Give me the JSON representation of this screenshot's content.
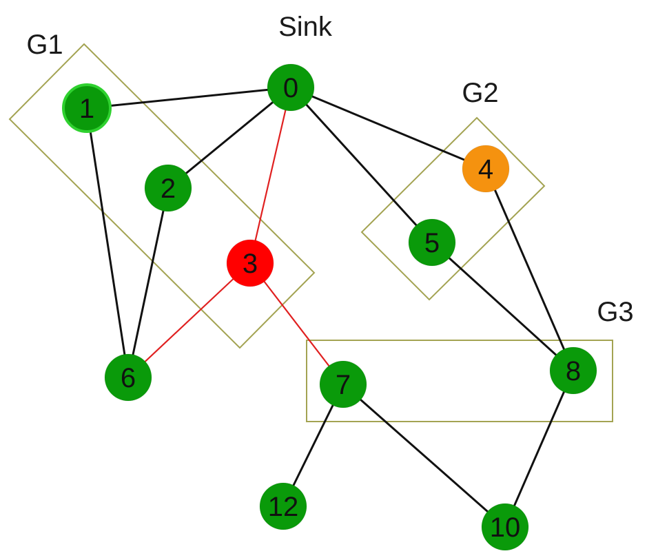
{
  "title": "Sink",
  "colors": {
    "node_default": "#0a9a0a",
    "node_bright": "#2fd12f",
    "node_failed": "#ff0000",
    "node_warning": "#f5920f",
    "edge_default": "#111111",
    "edge_highlight": "#e02020",
    "group_border": "#a3a352"
  },
  "groups": [
    {
      "id": "G1",
      "label": "G1"
    },
    {
      "id": "G2",
      "label": "G2"
    },
    {
      "id": "G3",
      "label": "G3"
    }
  ],
  "nodes": [
    {
      "id": "0",
      "label": "0",
      "status": "normal"
    },
    {
      "id": "1",
      "label": "1",
      "status": "normal-bright"
    },
    {
      "id": "2",
      "label": "2",
      "status": "normal"
    },
    {
      "id": "3",
      "label": "3",
      "status": "failed"
    },
    {
      "id": "4",
      "label": "4",
      "status": "warning"
    },
    {
      "id": "5",
      "label": "5",
      "status": "normal"
    },
    {
      "id": "6",
      "label": "6",
      "status": "normal"
    },
    {
      "id": "7",
      "label": "7",
      "status": "normal"
    },
    {
      "id": "8",
      "label": "8",
      "status": "normal"
    },
    {
      "id": "10",
      "label": "10",
      "status": "normal"
    },
    {
      "id": "12",
      "label": "12",
      "status": "normal"
    }
  ],
  "edges": [
    {
      "from": "0",
      "to": "1",
      "highlight": false
    },
    {
      "from": "0",
      "to": "2",
      "highlight": false
    },
    {
      "from": "0",
      "to": "3",
      "highlight": true
    },
    {
      "from": "0",
      "to": "4",
      "highlight": false
    },
    {
      "from": "0",
      "to": "5",
      "highlight": false
    },
    {
      "from": "1",
      "to": "6",
      "highlight": false
    },
    {
      "from": "2",
      "to": "6",
      "highlight": false
    },
    {
      "from": "3",
      "to": "6",
      "highlight": true
    },
    {
      "from": "3",
      "to": "7",
      "highlight": true
    },
    {
      "from": "4",
      "to": "8",
      "highlight": false
    },
    {
      "from": "5",
      "to": "8",
      "highlight": false
    },
    {
      "from": "7",
      "to": "12",
      "highlight": false
    },
    {
      "from": "7",
      "to": "10",
      "highlight": false
    },
    {
      "from": "8",
      "to": "10",
      "highlight": false
    }
  ]
}
